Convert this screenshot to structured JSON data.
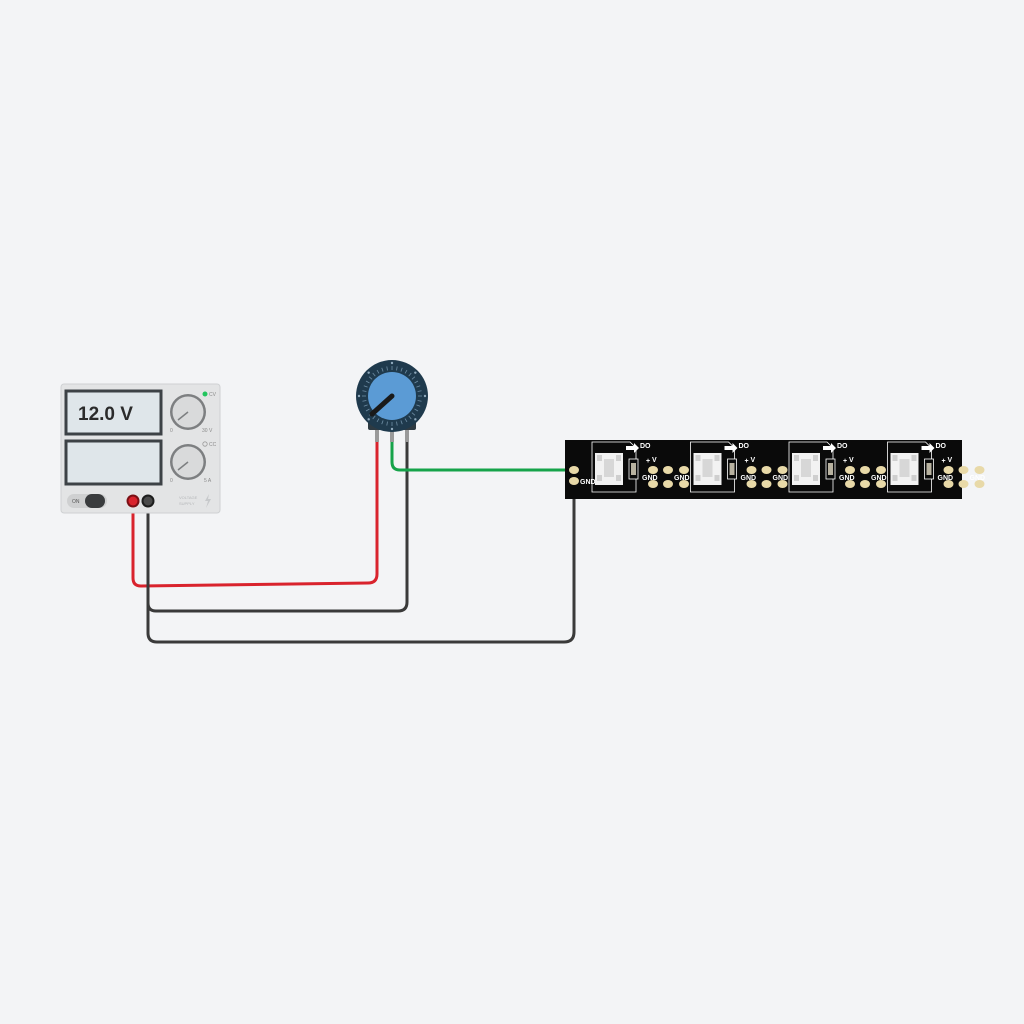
{
  "power_supply": {
    "voltage_display": "12.0 V",
    "current_display": "",
    "power_label": "ON",
    "cc_label": "CC",
    "cv_label": "CV",
    "voltage_min": "0",
    "voltage_max": "30 V",
    "current_min": "0",
    "current_max": "5 A",
    "brand_line1": "VOLTAGE",
    "brand_line2": "SUPPLY",
    "indicator_color": "#22c55e"
  },
  "potentiometer": {
    "knob_color": "#5b9bd5",
    "body_color": "#1f3a4d"
  },
  "led_strip": {
    "in_label_gnd": "GND",
    "pixels": [
      {
        "do_label": "DO",
        "plus": "+",
        "v": "V",
        "gnd_left": "GND",
        "gnd_right": "GND"
      },
      {
        "do_label": "DO",
        "plus": "+",
        "v": "V",
        "gnd_left": "GND",
        "gnd_right": "GND"
      },
      {
        "do_label": "DO",
        "plus": "+",
        "v": "V",
        "gnd_left": "GND",
        "gnd_right": "GND"
      },
      {
        "do_label": "DO",
        "plus": "+",
        "v": "V",
        "gnd_left": "GND",
        "gnd_right": "GND"
      }
    ]
  },
  "wires": {
    "positive_color": "#d9232d",
    "ground_color": "#3a3a3a",
    "signal_color": "#16a34a"
  }
}
